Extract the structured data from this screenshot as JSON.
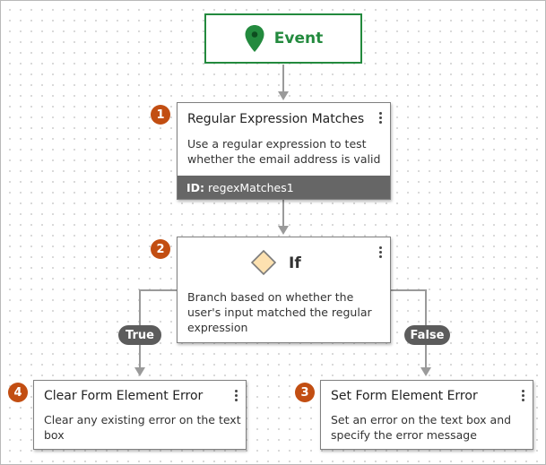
{
  "event": {
    "label": "Event",
    "icon": "map-pin-icon",
    "color": "#238a3e"
  },
  "steps": [
    {
      "badge": "1",
      "title": "Regular Expression Matches",
      "description": [
        "Use a regular expression to test",
        "whether the email address is valid"
      ],
      "id_label": "ID:",
      "id_value": "regexMatches1"
    },
    {
      "badge": "2",
      "title": "If",
      "icon": "diamond-icon",
      "description": [
        "Branch based on whether the",
        "user's input matched the regular",
        "expression"
      ]
    },
    {
      "badge": "3",
      "title": "Set Form Element Error",
      "description": [
        "Set an error on the text box and",
        "specify the error message"
      ]
    },
    {
      "badge": "4",
      "title": "Clear Form Element Error",
      "description": [
        "Clear any existing error on the text",
        "box"
      ]
    }
  ],
  "branches": {
    "true_label": "True",
    "false_label": "False"
  },
  "colors": {
    "badge": "#c24e12",
    "pill": "#5c5c5c",
    "id_bar": "#666666",
    "diamond_fill": "#fde1b0"
  }
}
